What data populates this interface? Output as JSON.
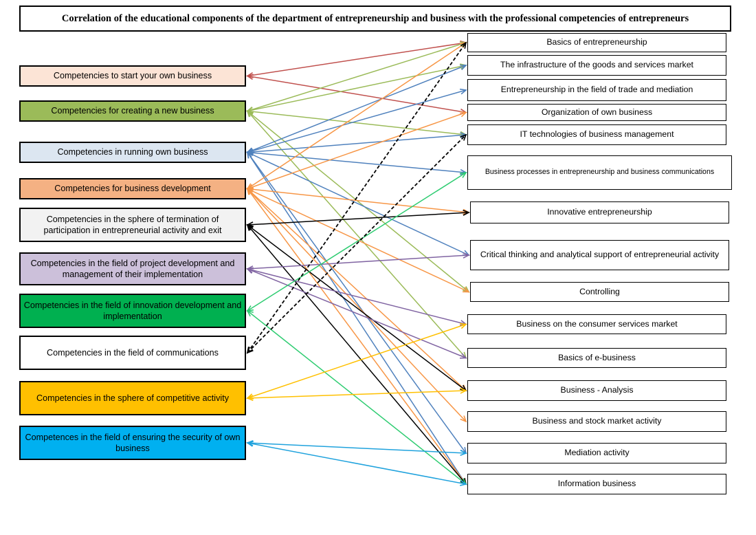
{
  "title": "Correlation of the educational components of the department of entrepreneurship and business with the professional competencies of entrepreneurs",
  "competencies": [
    {
      "label": "Competencies to start your own business",
      "fill": "#fce4d6"
    },
    {
      "label": "Competencies for creating a new business",
      "fill": "#9bbb59"
    },
    {
      "label": "Competencies in running own business",
      "fill": "#dce6f1"
    },
    {
      "label": "Competencies for business development",
      "fill": "#f4b183"
    },
    {
      "label": "Competencies in the sphere of termination of participation in entrepreneurial activity and exit",
      "fill": "#f2f2f2"
    },
    {
      "label": "Competencies in the field of project development and management of their implementation",
      "fill": "#ccc0da"
    },
    {
      "label": "Competencies in the field of innovation development and implementation",
      "fill": "#00b050"
    },
    {
      "label": "Competencies in the field of communications",
      "fill": "#ffffff"
    },
    {
      "label": "Competencies in the sphere of competitive activity",
      "fill": "#ffc000"
    },
    {
      "label": "Competences in the field of ensuring the security of own business",
      "fill": "#00b0f0"
    }
  ],
  "components": [
    "Basics of entrepreneurship",
    "The infrastructure of the goods and services market",
    "Entrepreneurship in the field of trade and mediation",
    "Organization of own business",
    "IT technologies of business management",
    "Business processes in entrepreneurship and business communications",
    "Innovative entrepreneurship",
    "Critical thinking and analytical support of entrepreneurial activity",
    "Controlling",
    "Business on the consumer services market",
    "Basics of e-business",
    "Business - Analysis",
    "Business and stock market activity",
    "Mediation activity",
    "Information business"
  ],
  "links": [
    {
      "from": 0,
      "to": 0,
      "color": "#c0504d",
      "style": "solid",
      "dir": "both"
    },
    {
      "from": 0,
      "to": 3,
      "color": "#c0504d",
      "style": "solid",
      "dir": "both"
    },
    {
      "from": 1,
      "to": 0,
      "color": "#9bbb59",
      "style": "solid",
      "dir": "both"
    },
    {
      "from": 1,
      "to": 1,
      "color": "#9bbb59",
      "style": "solid",
      "dir": "both"
    },
    {
      "from": 1,
      "to": 4,
      "color": "#9bbb59",
      "style": "solid",
      "dir": "both"
    },
    {
      "from": 1,
      "to": 8,
      "color": "#9bbb59",
      "style": "solid",
      "dir": "both"
    },
    {
      "from": 1,
      "to": 10,
      "color": "#9bbb59",
      "style": "solid",
      "dir": "both"
    },
    {
      "from": 2,
      "to": 1,
      "color": "#4f81bd",
      "style": "solid",
      "dir": "both"
    },
    {
      "from": 2,
      "to": 2,
      "color": "#4f81bd",
      "style": "solid",
      "dir": "both"
    },
    {
      "from": 2,
      "to": 4,
      "color": "#4f81bd",
      "style": "solid",
      "dir": "both"
    },
    {
      "from": 2,
      "to": 5,
      "color": "#4f81bd",
      "style": "solid",
      "dir": "both"
    },
    {
      "from": 2,
      "to": 7,
      "color": "#4f81bd",
      "style": "solid",
      "dir": "both"
    },
    {
      "from": 2,
      "to": 13,
      "color": "#4f81bd",
      "style": "solid",
      "dir": "both"
    },
    {
      "from": 2,
      "to": 14,
      "color": "#4f81bd",
      "style": "solid",
      "dir": "both"
    },
    {
      "from": 3,
      "to": 0,
      "color": "#f79646",
      "style": "solid",
      "dir": "both"
    },
    {
      "from": 3,
      "to": 3,
      "color": "#f79646",
      "style": "solid",
      "dir": "both"
    },
    {
      "from": 3,
      "to": 6,
      "color": "#f79646",
      "style": "solid",
      "dir": "both"
    },
    {
      "from": 3,
      "to": 8,
      "color": "#f79646",
      "style": "solid",
      "dir": "both"
    },
    {
      "from": 3,
      "to": 11,
      "color": "#f79646",
      "style": "solid",
      "dir": "both"
    },
    {
      "from": 3,
      "to": 12,
      "color": "#f79646",
      "style": "solid",
      "dir": "both"
    },
    {
      "from": 3,
      "to": 14,
      "color": "#f79646",
      "style": "solid",
      "dir": "both"
    },
    {
      "from": 4,
      "to": 6,
      "color": "#000000",
      "style": "solid",
      "dir": "both"
    },
    {
      "from": 4,
      "to": 11,
      "color": "#000000",
      "style": "solid",
      "dir": "both"
    },
    {
      "from": 4,
      "to": 14,
      "color": "#000000",
      "style": "solid",
      "dir": "both"
    },
    {
      "from": 5,
      "to": 7,
      "color": "#8064a2",
      "style": "solid",
      "dir": "both"
    },
    {
      "from": 5,
      "to": 9,
      "color": "#8064a2",
      "style": "solid",
      "dir": "both"
    },
    {
      "from": 5,
      "to": 10,
      "color": "#8064a2",
      "style": "solid",
      "dir": "both"
    },
    {
      "from": 6,
      "to": 5,
      "color": "#2ecc71",
      "style": "solid",
      "dir": "both"
    },
    {
      "from": 6,
      "to": 14,
      "color": "#2ecc71",
      "style": "solid",
      "dir": "both"
    },
    {
      "from": 7,
      "to": 0,
      "color": "#000000",
      "style": "dashed",
      "dir": "both"
    },
    {
      "from": 7,
      "to": 4,
      "color": "#000000",
      "style": "dashed",
      "dir": "both"
    },
    {
      "from": 8,
      "to": 9,
      "color": "#ffc000",
      "style": "solid",
      "dir": "both"
    },
    {
      "from": 8,
      "to": 11,
      "color": "#ffc000",
      "style": "solid",
      "dir": "both"
    },
    {
      "from": 9,
      "to": 13,
      "color": "#1fa2dd",
      "style": "solid",
      "dir": "both"
    },
    {
      "from": 9,
      "to": 14,
      "color": "#1fa2dd",
      "style": "solid",
      "dir": "both"
    }
  ]
}
